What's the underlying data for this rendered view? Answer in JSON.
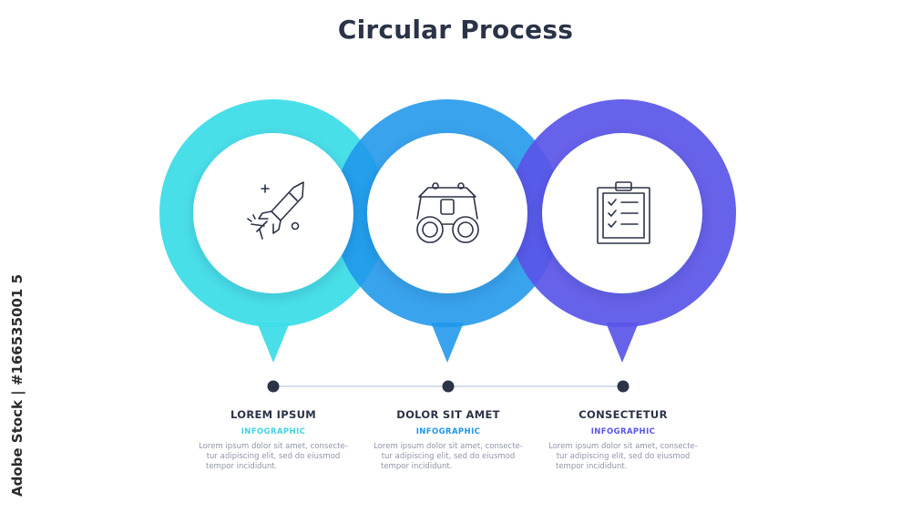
{
  "title": "Circular Process",
  "colors": {
    "step1": "#3fdde8",
    "step2": "#1e96ea",
    "step3": "#5a55e8",
    "text_dark": "#2b3347",
    "text_muted": "#8f95a8",
    "line": "#c9d3e3"
  },
  "steps": [
    {
      "heading": "LOREM IPSUM",
      "subheading": "INFOGRAPHIC",
      "icon": "rocket-icon",
      "body": [
        "Lorem ipsum dolor sit amet, consecte-",
        "tur adipiscing elit, sed do eiusmod",
        "tempor incididunt."
      ]
    },
    {
      "heading": "DOLOR SIT AMET",
      "subheading": "INFOGRAPHIC",
      "icon": "binoculars-icon",
      "body": [
        "Lorem ipsum dolor sit amet, consecte-",
        "tur adipiscing elit, sed do eiusmod",
        "tempor incididunt."
      ]
    },
    {
      "heading": "CONSECTETUR",
      "subheading": "INFOGRAPHIC",
      "icon": "clipboard-checklist-icon",
      "body": [
        "Lorem ipsum dolor sit amet, consecte-",
        "tur adipiscing elit, sed do eiusmod",
        "tempor incididunt."
      ]
    }
  ],
  "credit": "Adobe Stock | #166535001 5"
}
